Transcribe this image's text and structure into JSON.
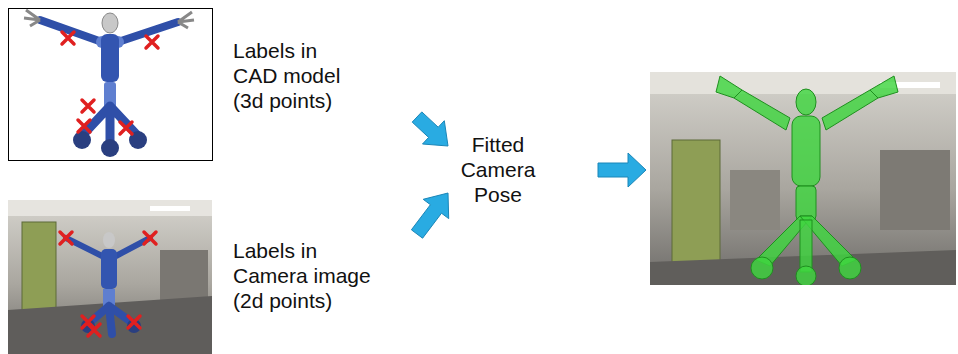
{
  "diagram": {
    "nodes": [
      {
        "text": [
          "Labels in CAD model (3d points)"
        ]
      },
      {
        "text": [
          "Labels in Camera image (2d points)"
        ]
      },
      {
        "text": [
          "Fitted Camera Pose"
        ]
      }
    ],
    "edges": [
      {
        "from": 0,
        "to": 2,
        "arrow": "to"
      },
      {
        "from": 1,
        "to": 2,
        "arrow": "to"
      }
    ]
  }
}
